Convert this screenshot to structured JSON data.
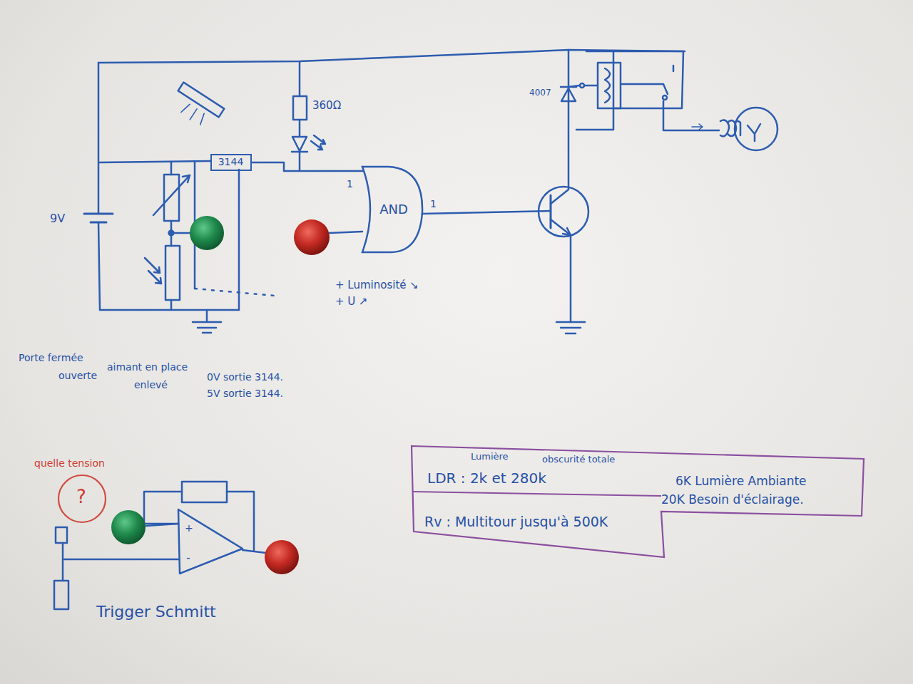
{
  "diagram": {
    "nodes": [
      {
        "text": [
          "3144"
        ]
      },
      {
        "text": [
          "AND"
        ]
      },
      {
        "text": [
          "Lumière",
          "obscurité totale",
          "LDR : 2k et 280k",
          "6K Lumière Ambiante",
          "20K Besoin d'éclairage.",
          "Rv : Multitour jusqu'à 500K"
        ]
      }
    ],
    "edges": [
      {
        "from": 0,
        "to": 1,
        "arrow": "none"
      }
    ],
    "labels": [
      "9V",
      "360Ω",
      "4007",
      "1",
      "1",
      "+ Luminosité ↘",
      "+ U ↗",
      "Porte fermée",
      "ouverte",
      "aimant en place",
      "enlevé",
      "0V sortie 3144.",
      "5V sortie 3144.",
      "quelle tension",
      "?",
      "+",
      "-",
      "Trigger Schmitt"
    ]
  }
}
